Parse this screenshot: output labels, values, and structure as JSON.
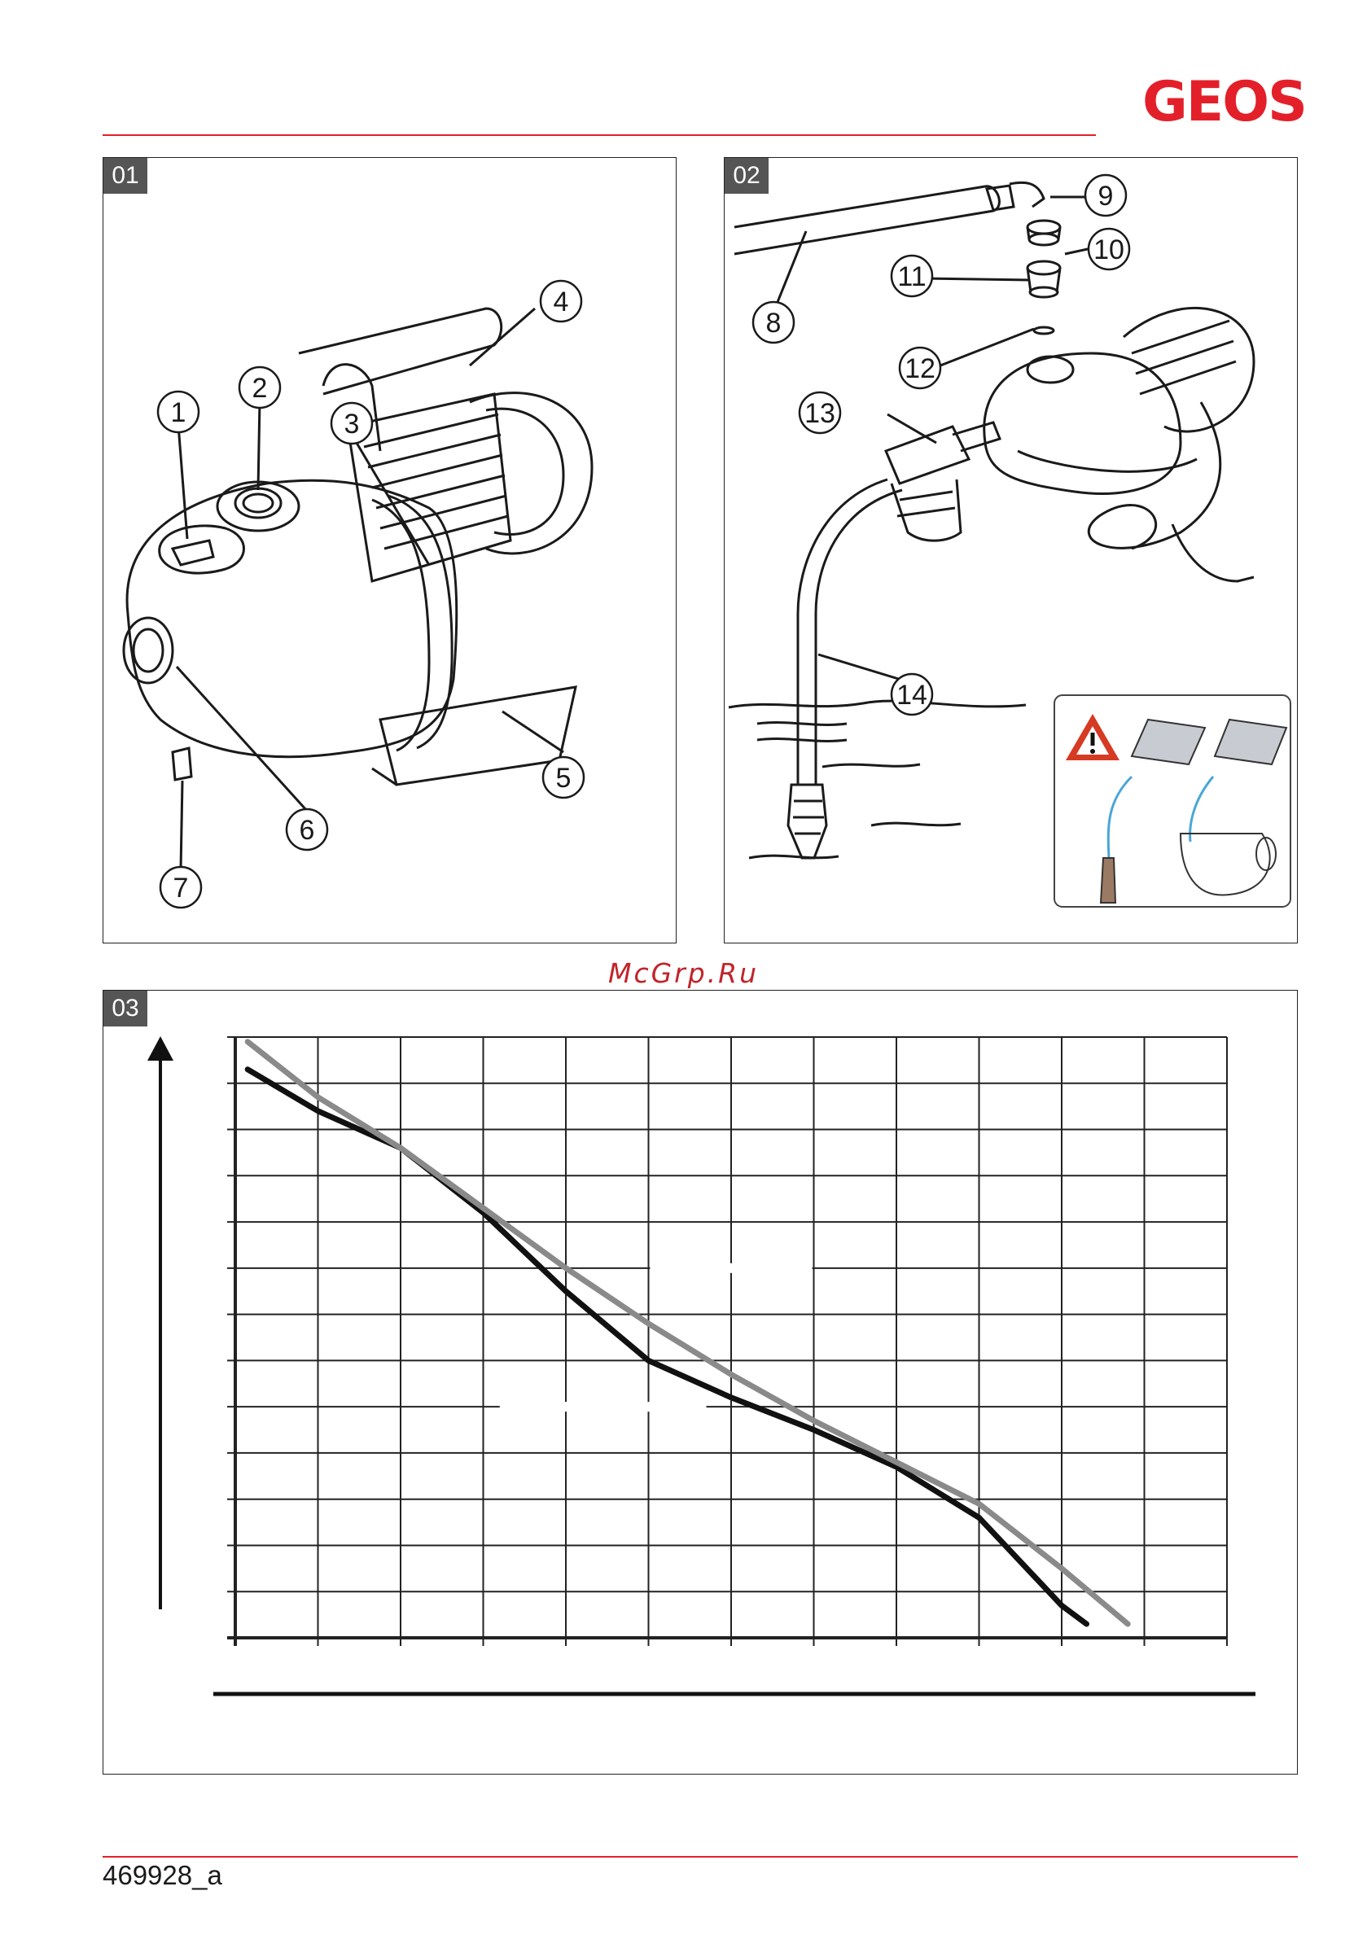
{
  "brand": {
    "name": "GEOS",
    "color": "#e3202a"
  },
  "watermark": {
    "text": "McGrp.Ru",
    "color": "#c0242a"
  },
  "doc_number": "469928_a",
  "panels": [
    {
      "id": "01",
      "callouts": [
        "1",
        "2",
        "3",
        "4",
        "5",
        "6",
        "7"
      ]
    },
    {
      "id": "02",
      "callouts": [
        "8",
        "9",
        "10",
        "11",
        "12",
        "13",
        "14"
      ],
      "warning_icon": "warning-triangle-icon"
    },
    {
      "id": "03"
    }
  ],
  "chart_data": {
    "type": "line",
    "title": "",
    "xlabel": "",
    "ylabel": "",
    "x_grid_columns": 12,
    "y_grid_rows": 13,
    "grid": true,
    "xlim": [
      0,
      12
    ],
    "ylim": [
      0,
      13
    ],
    "series": [
      {
        "color": "#111111",
        "x": [
          0.15,
          1.0,
          2.0,
          3.0,
          4.0,
          5.0,
          6.0,
          7.0,
          8.0,
          9.0,
          10.0,
          10.3
        ],
        "y": [
          12.3,
          11.4,
          10.6,
          9.2,
          7.5,
          6.0,
          5.2,
          4.5,
          3.7,
          2.6,
          0.7,
          0.3
        ]
      },
      {
        "color": "#8a8a8a",
        "x": [
          0.15,
          1.0,
          2.0,
          3.0,
          4.0,
          5.0,
          6.0,
          7.0,
          8.0,
          9.0,
          10.0,
          10.8
        ],
        "y": [
          12.9,
          11.7,
          10.6,
          9.3,
          8.0,
          6.8,
          5.7,
          4.7,
          3.8,
          2.9,
          1.5,
          0.3
        ]
      }
    ]
  }
}
